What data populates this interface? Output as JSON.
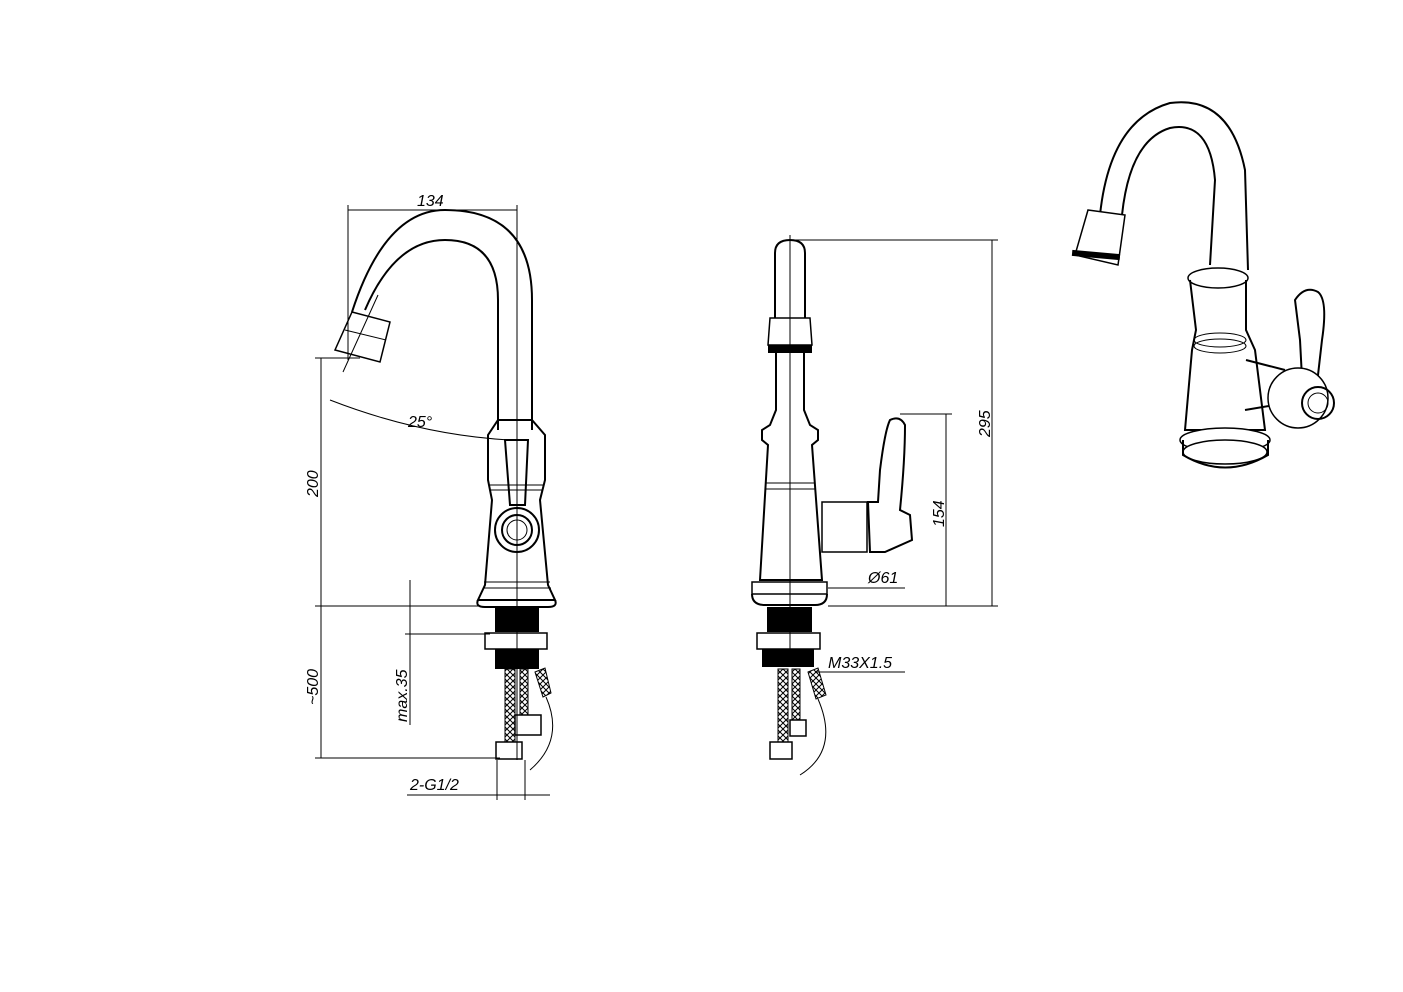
{
  "dimensions": {
    "spout_reach": "134",
    "swivel_angle": "25°",
    "spout_height": "200",
    "hose_length": "~500",
    "max_thickness": "max.35",
    "connection": "2-G1/2",
    "total_height": "295",
    "handle_height": "154",
    "base_diameter": "Ø61",
    "thread": "M33X1.5"
  },
  "colors": {
    "line": "#000000",
    "background": "#ffffff"
  }
}
